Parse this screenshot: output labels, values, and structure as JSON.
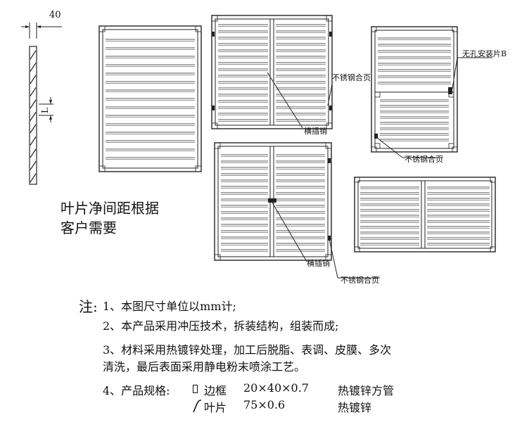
{
  "dimension_top": "40",
  "dimension_side": "L",
  "spacing_note": [
    "叶片净间距根据",
    "客户需要"
  ],
  "callouts": {
    "hinge": "不锈钢合页",
    "latch_pin": "横插销",
    "mount_plate": "无孔安装片B"
  },
  "notes": {
    "prefix": "注:",
    "lines": [
      "1、本图尺寸单位以mm计;",
      "2、本产品采用冲压技术，拆装结构，组装而成;",
      "3、材料采用热镀锌处理，加工后脱脂、表调、皮膜、多次",
      "清洗，最后表面采用静电粉末喷涂工艺。"
    ],
    "spec_title": "4、产品规格:",
    "specs": [
      {
        "name": "边框",
        "size": "20×40×0.7",
        "material": "热镀锌方管"
      },
      {
        "name": "叶片",
        "size": "75×0.6",
        "material": "热镀锌"
      }
    ]
  }
}
